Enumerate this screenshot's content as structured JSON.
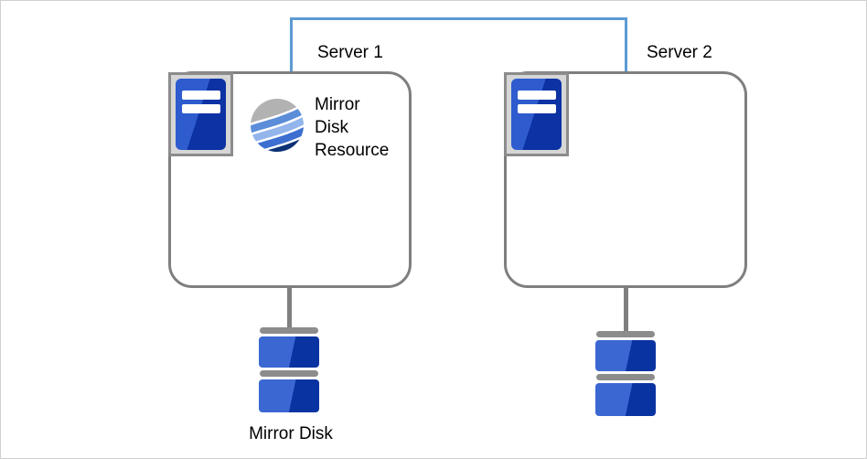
{
  "servers": [
    {
      "label": "Server 1"
    },
    {
      "label": "Server 2"
    }
  ],
  "resource": {
    "label": "Mirror Disk Resource",
    "lines": [
      "Mirror",
      "Disk",
      "Resource"
    ]
  },
  "disk_label": "Mirror Disk",
  "colors": {
    "connector_blue": "#5b9bd5",
    "connector_gray": "#7f7f7f",
    "box_border": "#7f7f7f",
    "icon_frame_fill": "#d6d6d6",
    "icon_frame_border": "#8c8c8c",
    "server_icon_blue_light": "#2e5ccf",
    "server_icon_blue_dark": "#0c32a4",
    "disk_blue_light": "#3a67d2",
    "disk_blue_dark": "#0a33a2",
    "disk_bar_gray": "#8c8c8c",
    "logo_gray": "#b2b2b2",
    "logo_blue_medium": "#5b8dd9",
    "logo_blue_light": "#93b5ec",
    "logo_blue_deep": "#3c6fd0",
    "logo_navy": "#0c3277",
    "text": "#000000"
  }
}
